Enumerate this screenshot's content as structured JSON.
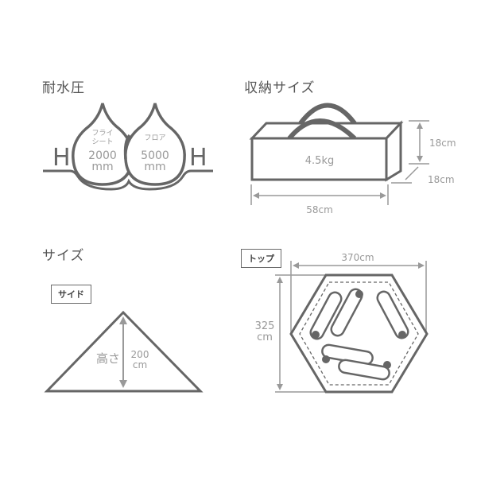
{
  "waterproof": {
    "heading": "耐水圧",
    "left_h": "H",
    "right_h": "H",
    "fly": {
      "label_line1": "フライ",
      "label_line2": "シート",
      "value": "2000",
      "unit": "mm"
    },
    "floor": {
      "label": "フロア",
      "value": "5000",
      "unit": "mm"
    }
  },
  "storage": {
    "heading": "収納サイズ",
    "weight": "4.5kg",
    "width": "58cm",
    "height": "18cm",
    "depth": "18cm"
  },
  "size": {
    "heading": "サイズ",
    "side": {
      "tag": "サイド",
      "height_label": "高さ",
      "height_value": "200",
      "height_unit": "cm"
    },
    "top": {
      "tag": "トップ",
      "width": "370cm",
      "depth_value": "325",
      "depth_unit": "cm"
    }
  },
  "colors": {
    "stroke": "#666666",
    "dimension": "#9a9a9a",
    "text": "#555555"
  }
}
